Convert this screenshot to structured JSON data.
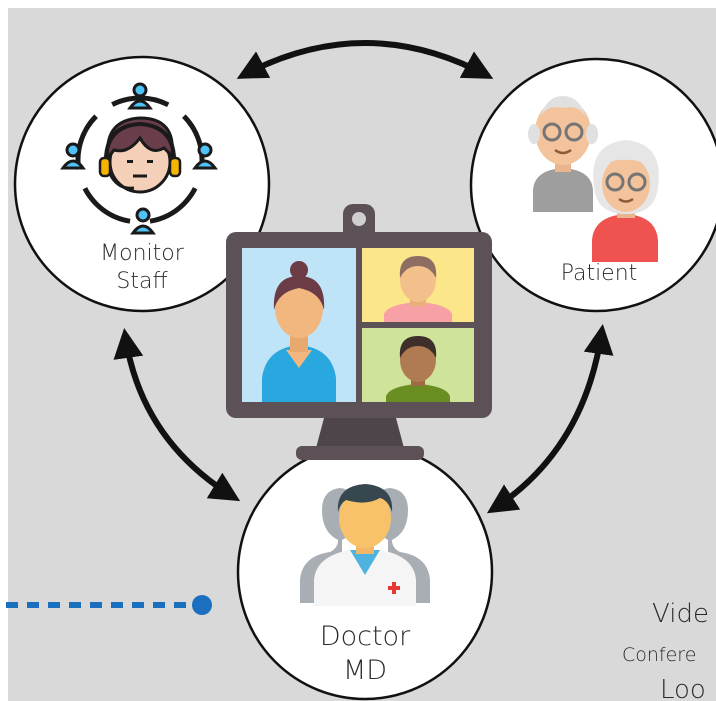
{
  "nodes": {
    "monitor": {
      "line1": "Monitor",
      "line2": "Staff"
    },
    "patient": {
      "line1": "Patient"
    },
    "doctor": {
      "line1": "Doctor",
      "line2": "MD"
    }
  },
  "caption": {
    "line1": "Vide",
    "line2": "Confere",
    "line3": "Loo"
  },
  "colors": {
    "background": "#d9d9d9",
    "arrow": "#111111",
    "dotted_connector": "#1b6fbf",
    "monitor_frame": "#5b5157",
    "screen_blue": "#bfe3f7",
    "screen_yellow": "#fbe68a",
    "screen_green": "#cfe39a"
  },
  "icons": [
    "support-agent-icon",
    "elderly-couple-icon",
    "doctor-icon",
    "video-conference-monitor-icon"
  ]
}
